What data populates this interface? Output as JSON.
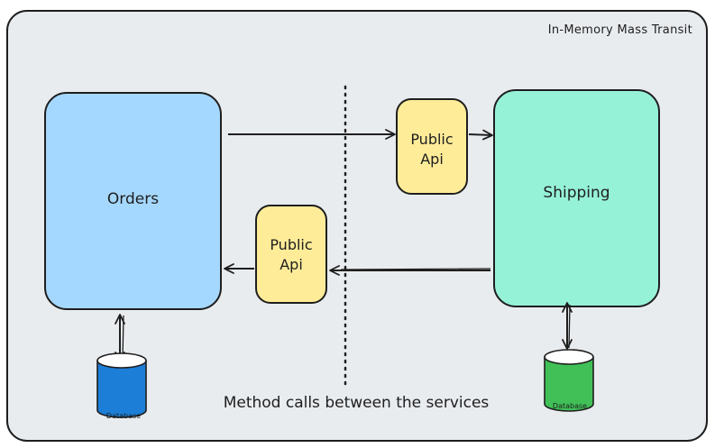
{
  "container": {
    "title": "In-Memory Mass Transit"
  },
  "orders": {
    "label": "Orders"
  },
  "shipping": {
    "label": "Shipping"
  },
  "public_api_top": {
    "line1": "Public",
    "line2": "Api"
  },
  "public_api_bottom": {
    "line1": "Public",
    "line2": "Api"
  },
  "orders_db": {
    "label": "Database"
  },
  "shipping_db": {
    "label": "Database"
  },
  "caption": "Method calls between the services",
  "colors": {
    "container_fill": "#e9ecef",
    "orders_fill": "#a5d8ff",
    "shipping_fill": "#96f2d7",
    "api_fill": "#ffec99",
    "orders_db_fill": "#1c7ed6",
    "shipping_db_fill": "#40c057",
    "stroke": "#1e1e1e"
  }
}
